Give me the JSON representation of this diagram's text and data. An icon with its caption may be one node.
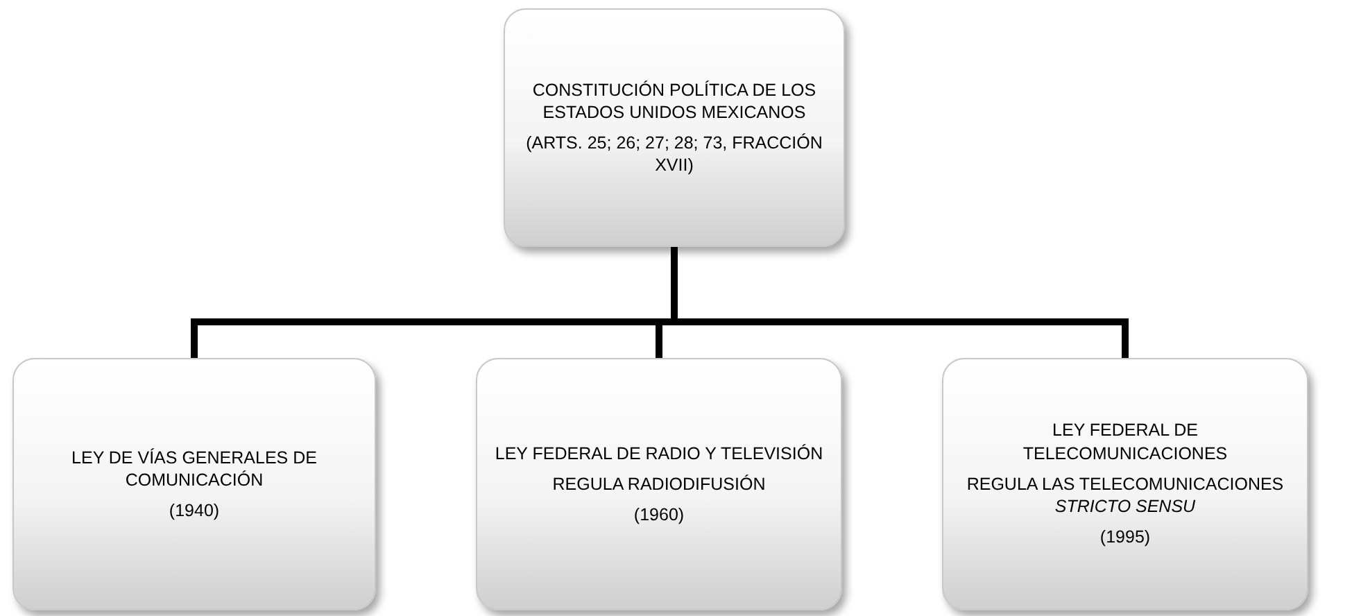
{
  "diagram": {
    "nodes": [
      {
        "text": [
          "CONSTITUCIÓN POLÍTICA DE LOS ESTADOS UNIDOS MEXICANOS",
          "(ARTS. 25; 26; 27; 28; 73, FRACCIÓN XVII)"
        ]
      },
      {
        "text": [
          "LEY DE VÍAS GENERALES DE COMUNICACIÓN",
          "(1940)"
        ]
      },
      {
        "text": [
          "LEY FEDERAL DE RADIO Y TELEVISIÓN",
          "REGULA RADIODIFUSIÓN",
          "(1960)"
        ]
      },
      {
        "text": [
          "LEY FEDERAL DE TELECOMUNICACIONES",
          "REGULA LAS TELECOMUNICACIONES *STRICTO SENSU*",
          "(1995)"
        ]
      }
    ],
    "edges": [
      {
        "from": 0,
        "to": 1,
        "arrow": "none"
      },
      {
        "from": 0,
        "to": 2,
        "arrow": "none"
      },
      {
        "from": 0,
        "to": 3,
        "arrow": "none"
      }
    ]
  }
}
